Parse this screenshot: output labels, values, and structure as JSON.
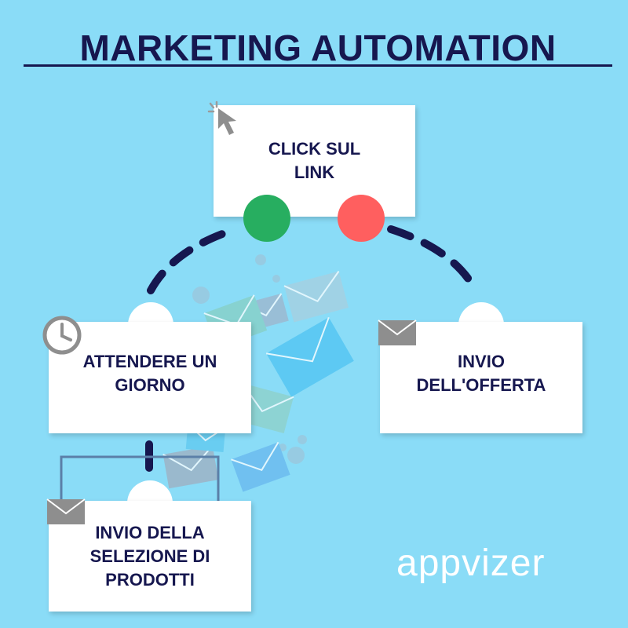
{
  "title": "MARKETING AUTOMATION",
  "nodes": {
    "click": "CLICK SUL\nLINK",
    "wait": "ATTENDERE UN\nGIORNO",
    "offer": "INVIO\nDELL'OFFERTA",
    "selection": "INVIO DELLA\nSELEZIONE DI\nPRODOTTI"
  },
  "branch_colors": {
    "yes": "#27ae60",
    "no": "#ff5f5f"
  },
  "colors": {
    "background": "#8adcf7",
    "navy": "#16174f",
    "icon_gray": "#9b9b9b"
  },
  "icons": [
    "cursor-icon",
    "clock-icon",
    "envelope-icon"
  ],
  "logo": "appvizer"
}
